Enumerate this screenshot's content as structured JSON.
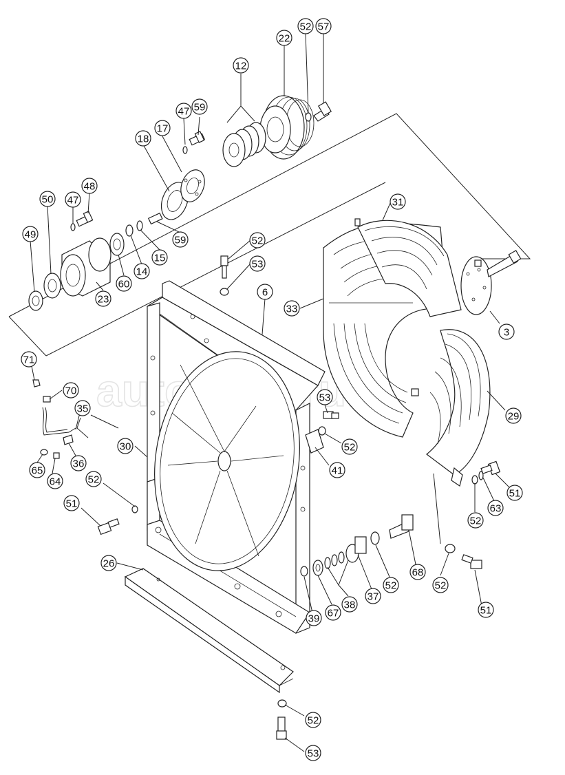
{
  "watermark": "autopiter.ru",
  "callouts": [
    {
      "id": "c-57",
      "text": "57"
    },
    {
      "id": "c-52a",
      "text": "52"
    },
    {
      "id": "c-22",
      "text": "22"
    },
    {
      "id": "c-12",
      "text": "12"
    },
    {
      "id": "c-47a",
      "text": "47"
    },
    {
      "id": "c-59a",
      "text": "59"
    },
    {
      "id": "c-17",
      "text": "17"
    },
    {
      "id": "c-18",
      "text": "18"
    },
    {
      "id": "c-48",
      "text": "48"
    },
    {
      "id": "c-47b",
      "text": "47"
    },
    {
      "id": "c-50",
      "text": "50"
    },
    {
      "id": "c-49",
      "text": "49"
    },
    {
      "id": "c-59b",
      "text": "59"
    },
    {
      "id": "c-15",
      "text": "15"
    },
    {
      "id": "c-14",
      "text": "14"
    },
    {
      "id": "c-60",
      "text": "60"
    },
    {
      "id": "c-23",
      "text": "23"
    },
    {
      "id": "c-52b",
      "text": "52"
    },
    {
      "id": "c-53a",
      "text": "53"
    },
    {
      "id": "c-6",
      "text": "6"
    },
    {
      "id": "c-31",
      "text": "31"
    },
    {
      "id": "c-33",
      "text": "33"
    },
    {
      "id": "c-3",
      "text": "3"
    },
    {
      "id": "c-71",
      "text": "71"
    },
    {
      "id": "c-70",
      "text": "70"
    },
    {
      "id": "c-35",
      "text": "35"
    },
    {
      "id": "c-30",
      "text": "30"
    },
    {
      "id": "c-65",
      "text": "65"
    },
    {
      "id": "c-64",
      "text": "64"
    },
    {
      "id": "c-36",
      "text": "36"
    },
    {
      "id": "c-53b",
      "text": "53"
    },
    {
      "id": "c-52c",
      "text": "52"
    },
    {
      "id": "c-41",
      "text": "41"
    },
    {
      "id": "c-29",
      "text": "29"
    },
    {
      "id": "c-52d",
      "text": "52"
    },
    {
      "id": "c-51a",
      "text": "51"
    },
    {
      "id": "c-63",
      "text": "63"
    },
    {
      "id": "c-52e",
      "text": "52"
    },
    {
      "id": "c-51b",
      "text": "51"
    },
    {
      "id": "c-68",
      "text": "68"
    },
    {
      "id": "c-52f",
      "text": "52"
    },
    {
      "id": "c-37",
      "text": "37"
    },
    {
      "id": "c-38",
      "text": "38"
    },
    {
      "id": "c-67",
      "text": "67"
    },
    {
      "id": "c-39",
      "text": "39"
    },
    {
      "id": "c-52g",
      "text": "52"
    },
    {
      "id": "c-51c",
      "text": "51"
    },
    {
      "id": "c-26",
      "text": "26"
    },
    {
      "id": "c-52h",
      "text": "52"
    },
    {
      "id": "c-53c",
      "text": "53"
    }
  ]
}
